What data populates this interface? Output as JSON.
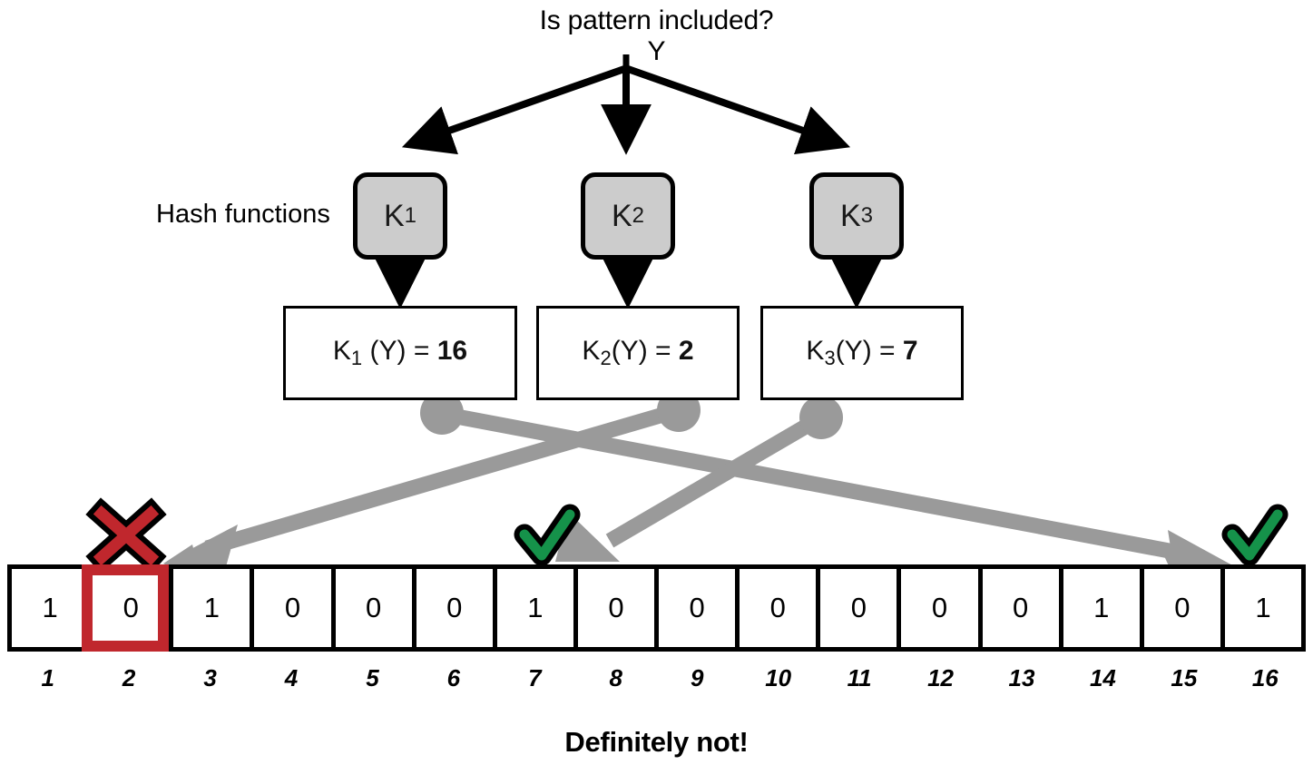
{
  "header": {
    "question": "Is pattern included?",
    "subject": "Y"
  },
  "labels": {
    "hash_functions": "Hash functions",
    "verdict": "Definitely not!"
  },
  "hash_boxes": [
    {
      "name": "K",
      "sub": "1"
    },
    {
      "name": "K",
      "sub": "2"
    },
    {
      "name": "K",
      "sub": "3"
    }
  ],
  "results": [
    {
      "fn": "K",
      "sub": "1",
      "arg": "(Y) =",
      "value": "16"
    },
    {
      "fn": "K",
      "sub": "2",
      "arg": "(Y) =",
      "value": "2"
    },
    {
      "fn": "K",
      "sub": "3",
      "arg": "(Y) =",
      "value": "7"
    }
  ],
  "bit_array": {
    "bits": [
      "1",
      "0",
      "1",
      "0",
      "0",
      "0",
      "1",
      "0",
      "0",
      "0",
      "0",
      "0",
      "0",
      "1",
      "0",
      "1"
    ],
    "indices": [
      "1",
      "2",
      "3",
      "4",
      "5",
      "6",
      "7",
      "8",
      "9",
      "10",
      "11",
      "12",
      "13",
      "14",
      "15",
      "16"
    ],
    "highlighted_index": "2"
  },
  "markers": [
    {
      "type": "cross",
      "target_index": "2",
      "meaning": "bit-not-set"
    },
    {
      "type": "check",
      "target_index": "7",
      "meaning": "bit-set"
    },
    {
      "type": "check",
      "target_index": "16",
      "meaning": "bit-set"
    }
  ],
  "colors": {
    "red": "#c0272d",
    "green": "#15924a",
    "gray": "#9a9a9a",
    "box_fill": "#cccccc",
    "black": "#000000"
  }
}
